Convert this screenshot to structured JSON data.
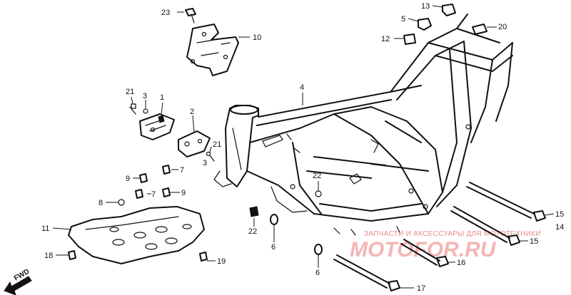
{
  "callouts": [
    {
      "id": "c23",
      "label": "23"
    },
    {
      "id": "c10",
      "label": "10"
    },
    {
      "id": "c13",
      "label": "13"
    },
    {
      "id": "c5",
      "label": "5"
    },
    {
      "id": "c20",
      "label": "20"
    },
    {
      "id": "c12",
      "label": "12"
    },
    {
      "id": "c4",
      "label": "4"
    },
    {
      "id": "c21a",
      "label": "21"
    },
    {
      "id": "c3a",
      "label": "3"
    },
    {
      "id": "c1",
      "label": "1"
    },
    {
      "id": "c2",
      "label": "2"
    },
    {
      "id": "c21b",
      "label": "21"
    },
    {
      "id": "c3b",
      "label": "3"
    },
    {
      "id": "c7a",
      "label": "7"
    },
    {
      "id": "c9a",
      "label": "9"
    },
    {
      "id": "c7b",
      "label": "7"
    },
    {
      "id": "c8",
      "label": "8"
    },
    {
      "id": "c9b",
      "label": "9"
    },
    {
      "id": "c22a",
      "label": "22"
    },
    {
      "id": "c22b",
      "label": "22"
    },
    {
      "id": "c6a",
      "label": "6"
    },
    {
      "id": "c6b",
      "label": "6"
    },
    {
      "id": "c11",
      "label": "11"
    },
    {
      "id": "c18",
      "label": "18"
    },
    {
      "id": "c19",
      "label": "19"
    },
    {
      "id": "c15a",
      "label": "15"
    },
    {
      "id": "c14",
      "label": "14"
    },
    {
      "id": "c15b",
      "label": "15"
    },
    {
      "id": "c16",
      "label": "16"
    },
    {
      "id": "c17",
      "label": "17"
    }
  ],
  "fwd_label": "FWD",
  "watermark": {
    "tagline": "ЗАПЧАСТИ И АКСЕССУАРЫ ДЛЯ МОТОТЕХНИКИ",
    "site": "MOTOFOR.RU"
  },
  "colors": {
    "line": "#111111",
    "watermark": "#f2a9a9",
    "background": "#ffffff"
  }
}
